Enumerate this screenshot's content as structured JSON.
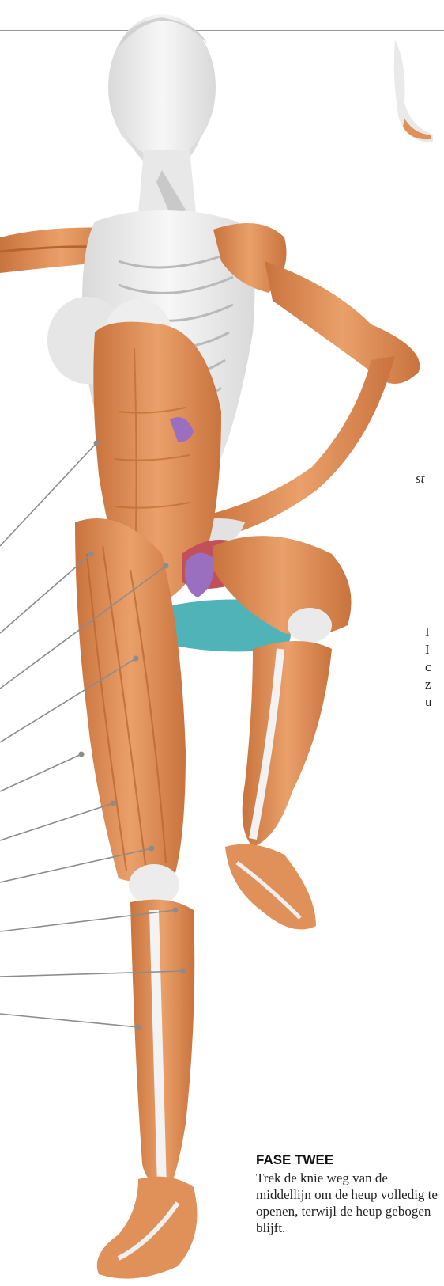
{
  "page": {
    "caption": {
      "title": "FASE TWEE",
      "body": "Trek de knie weg van de middellijn om de heup volledig te openen, terwijl de heup gebogen blijft."
    },
    "clipped_fragments": {
      "italic_fragment": "st",
      "letters": [
        "I",
        "I",
        "c",
        "z",
        "u"
      ]
    }
  },
  "illustration": {
    "subject": "anatomical-figure",
    "colors": {
      "muscle": "#e0915a",
      "muscle_dark": "#b8642e",
      "skin": "#e6e6e6",
      "bone": "#f2f2f2",
      "pelvic_floor": "#4fb3b8",
      "organ_purple": "#9b6fbf",
      "organ_red": "#c2505a",
      "leader_line": "#8c8c8c"
    }
  }
}
